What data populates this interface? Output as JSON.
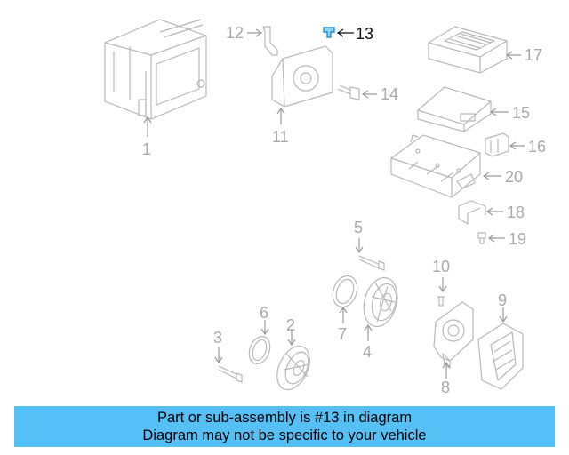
{
  "diagram": {
    "highlight_color": "#1e90d0",
    "callouts": [
      {
        "id": "1",
        "text": "1"
      },
      {
        "id": "2",
        "text": "2"
      },
      {
        "id": "3",
        "text": "3"
      },
      {
        "id": "4",
        "text": "4"
      },
      {
        "id": "5",
        "text": "5"
      },
      {
        "id": "6",
        "text": "6"
      },
      {
        "id": "7",
        "text": "7"
      },
      {
        "id": "8",
        "text": "8"
      },
      {
        "id": "9",
        "text": "9"
      },
      {
        "id": "10",
        "text": "10"
      },
      {
        "id": "11",
        "text": "11"
      },
      {
        "id": "12",
        "text": "12"
      },
      {
        "id": "13",
        "text": "13"
      },
      {
        "id": "14",
        "text": "14"
      },
      {
        "id": "15",
        "text": "15"
      },
      {
        "id": "16",
        "text": "16"
      },
      {
        "id": "17",
        "text": "17"
      },
      {
        "id": "18",
        "text": "18"
      },
      {
        "id": "19",
        "text": "19"
      },
      {
        "id": "20",
        "text": "20"
      }
    ]
  },
  "footer": {
    "background": "#55c0f5",
    "line1": "Part or sub-assembly is #13 in diagram",
    "line2": "Diagram may not be specific to your vehicle"
  }
}
